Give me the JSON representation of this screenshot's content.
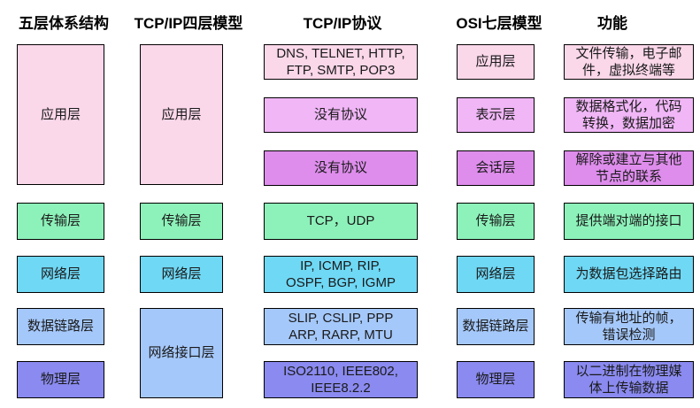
{
  "columns": [
    {
      "header": "五层体系结构",
      "boxes": [
        "应用层",
        "传输层",
        "网络层",
        "数据链路层",
        "物理层"
      ]
    },
    {
      "header": "TCP/IP四层模型",
      "boxes": [
        "应用层",
        "传输层",
        "网络层",
        "网络接口层"
      ]
    },
    {
      "header": "TCP/IP协议",
      "boxes": [
        "DNS, TELNET, HTTP,\nFTP, SMTP, POP3",
        "没有协议",
        "没有协议",
        "TCP，UDP",
        "IP, ICMP, RIP,\nOSPF, BGP, IGMP",
        "SLIP, CSLIP, PPP\nARP, RARP, MTU",
        "ISO2110, IEEE802,\nIEEE8.2.2"
      ]
    },
    {
      "header": "OSI七层模型",
      "boxes": [
        "应用层",
        "表示层",
        "会话层",
        "传输层",
        "网络层",
        "数据链路层",
        "物理层"
      ]
    },
    {
      "header": "功能",
      "boxes": [
        "文件传输，电子邮\n件，虚拟终端等",
        "数据格式化，代码\n转换，数据加密",
        "解除或建立与其他\n节点的联系",
        "提供端对端的接口",
        "为数据包选择路由",
        "传输有地址的帧，\n错误检测",
        "以二进制在物理媒\n体上传输数据"
      ]
    }
  ],
  "palette": {
    "application_pink": "#FAD7E9",
    "presentation_violet": "#F0B6F6",
    "session_magenta": "#DE8DEC",
    "transport_green": "#8DF2BA",
    "network_cyan": "#6FD8F5",
    "datalink_blue": "#A5C8FA",
    "physical_purple": "#8A8AF0",
    "border": "#000000",
    "text": "#1A1A1A",
    "background": "#FFFFFF"
  }
}
